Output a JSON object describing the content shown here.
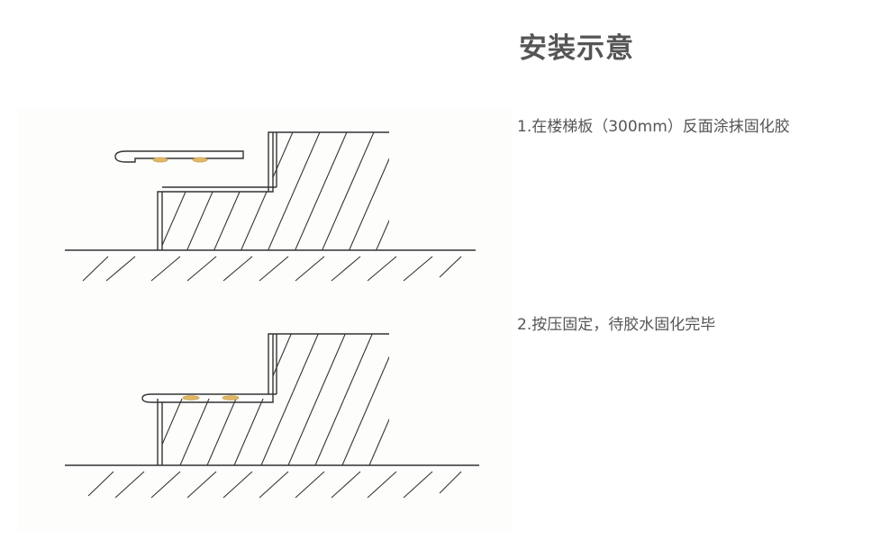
{
  "title": "安装示意",
  "steps": [
    {
      "text": "1.在楼梯板（300mm）反面涂抹固化胶"
    },
    {
      "text": "2.按压固定，待胶水固化完毕"
    }
  ],
  "colors": {
    "line": "#333333",
    "glue": "#e0b866",
    "text": "#555555",
    "panel": "#fdfdfc"
  },
  "icons": [
    "stair-section-before-icon",
    "stair-section-after-icon"
  ]
}
